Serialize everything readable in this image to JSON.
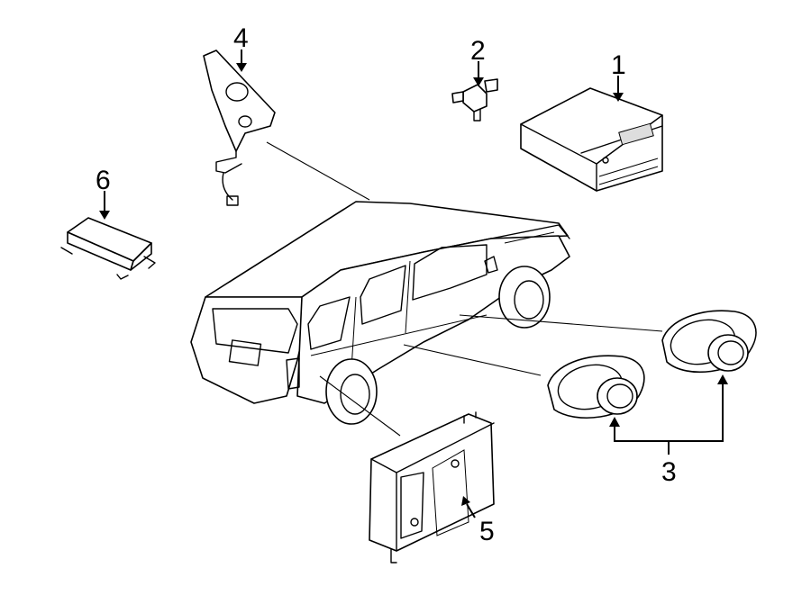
{
  "callouts": [
    {
      "id": "1",
      "label": "1"
    },
    {
      "id": "2",
      "label": "2"
    },
    {
      "id": "3",
      "label": "3"
    },
    {
      "id": "4",
      "label": "4"
    },
    {
      "id": "5",
      "label": "5"
    },
    {
      "id": "6",
      "label": "6"
    }
  ],
  "colors": {
    "line": "#000000",
    "background": "#ffffff"
  },
  "parts": [
    {
      "callout": "1",
      "icon": "radio-receiver-icon"
    },
    {
      "callout": "2",
      "icon": "antenna-connector-icon"
    },
    {
      "callout": "3",
      "icon": "speaker-icon"
    },
    {
      "callout": "4",
      "icon": "tweeter-pillar-icon"
    },
    {
      "callout": "5",
      "icon": "amplifier-icon"
    },
    {
      "callout": "6",
      "icon": "control-module-icon"
    }
  ]
}
